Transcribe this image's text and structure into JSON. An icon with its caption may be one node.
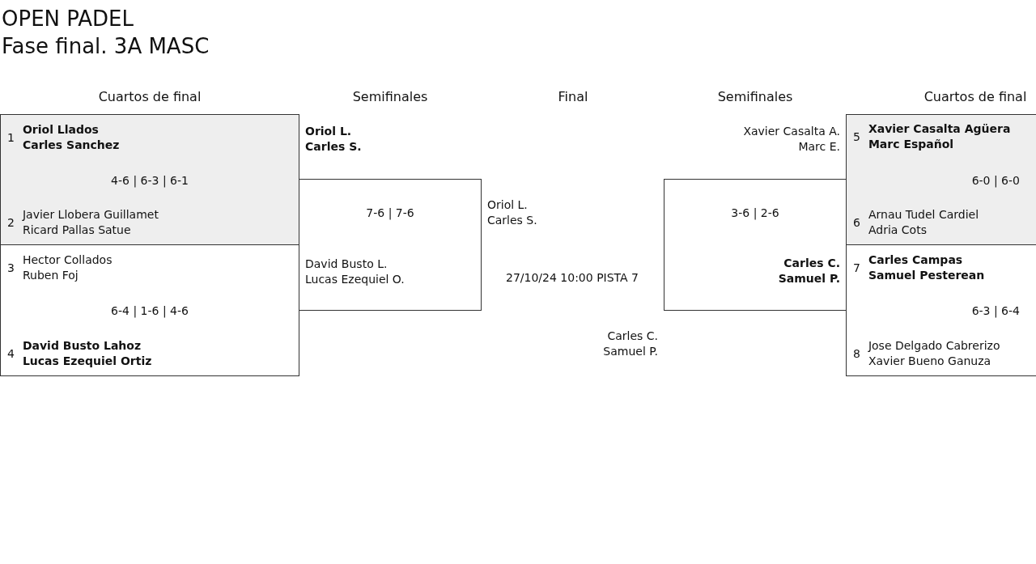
{
  "diagram": {
    "title": "OPEN PADEL",
    "nodes": [
      {
        "text": [
          "4-6 | 6-3 | 6-1"
        ]
      },
      {
        "text": [
          "1",
          "**Oriol Llados**",
          "**Carles Sanchez**"
        ],
        "in": 0
      },
      {
        "text": [
          "2",
          "Javier Llobera Guillamet",
          "Ricard Pallas Satue"
        ],
        "in": 0
      },
      {
        "text": [
          "6-4 | 1-6 | 4-6"
        ]
      },
      {
        "text": [
          "3",
          "Hector Collados",
          "Ruben Foj"
        ],
        "in": 3
      },
      {
        "text": [
          "4",
          "**David Busto Lahoz**",
          "**Lucas Ezequiel Ortiz**"
        ],
        "in": 3
      },
      {
        "text": [
          "**Oriol L.**",
          "**Carles S.**"
        ]
      },
      {
        "text": [
          "7-6 | 7-6"
        ]
      },
      {
        "text": [
          "David Busto L.",
          "Lucas Ezequiel O."
        ],
        "in": 7
      },
      {
        "text": [
          "Xavier Casalta A.",
          "Marc E."
        ]
      },
      {
        "text": [
          "3-6 | 2-6"
        ]
      },
      {
        "text": [
          "**Carles C.**",
          "**Samuel P.**"
        ],
        "in": 10
      },
      {
        "text": [
          "6-0 | 6-0"
        ]
      },
      {
        "text": [
          "5",
          "**Xavier Casalta Agüera**",
          "**Marc Español**"
        ],
        "in": 12
      },
      {
        "text": [
          "6",
          "Arnau Tudel Cardiel",
          "Adria Cots"
        ],
        "in": 12
      },
      {
        "text": [
          "6-3 | 6-4"
        ]
      },
      {
        "text": [
          "7",
          "**Carles Campas**",
          "**Samuel Pesterean**"
        ],
        "in": 15
      },
      {
        "text": [
          "8",
          "Jose Delgado Cabrerizo",
          "Xavier Bueno Ganuza"
        ],
        "in": 15
      }
    ],
    "labels": [
      "Fase final. 3A MASC",
      "Cuartos de final",
      "Semifinales",
      "Final",
      "Semifinales",
      "Cuartos de final",
      "Oriol L.",
      "Carles S.",
      "27/10/24 10:00 PISTA 7",
      "Carles C.",
      "Samuel P."
    ]
  }
}
